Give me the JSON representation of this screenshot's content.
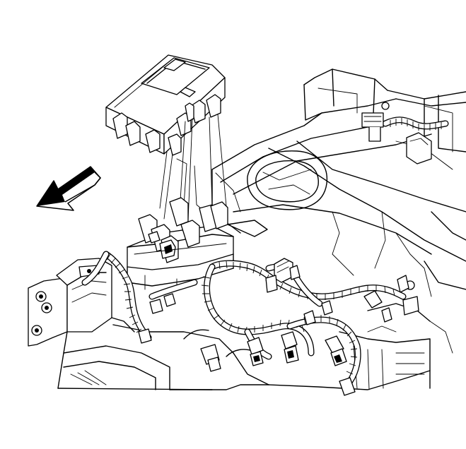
{
  "diagram": {
    "subject": "fuse-relay-center-wiring-harness",
    "icons": [
      "direction-arrow",
      "fuse-block",
      "relay-socket",
      "wiring-harness",
      "electrical-connector",
      "frame-bracket",
      "mounting-bolt"
    ]
  }
}
